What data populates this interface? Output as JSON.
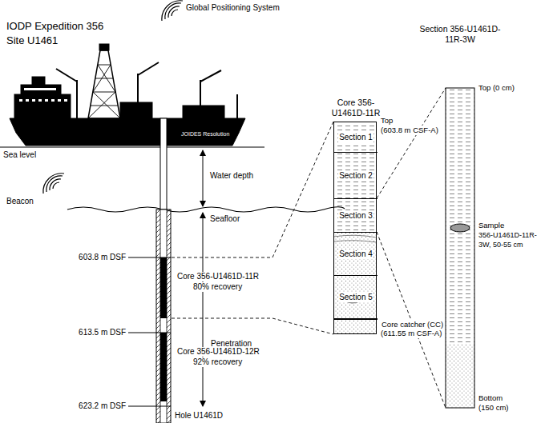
{
  "diagram": {
    "title": "IODP Expedition 356 Site U1461",
    "nodes": [
      {
        "text": [
          "Core 356-U1461D-11R"
        ]
      },
      {
        "text": [
          "Section 1"
        ],
        "in": 0
      },
      {
        "text": [
          "Section 2"
        ],
        "in": 0
      },
      {
        "text": [
          "Section 3"
        ],
        "in": 0
      },
      {
        "text": [
          "Section 4"
        ],
        "in": 0
      },
      {
        "text": [
          "Section 5"
        ],
        "in": 0
      },
      {
        "text": [
          "Core catcher (CC)"
        ],
        "in": 0
      },
      {
        "text": [
          "Section 356-U1461D-11R-3W"
        ]
      }
    ],
    "labels": [
      "Global Positioning System",
      "JOIDES Resolution",
      "Sea level",
      "Water depth",
      "Beacon",
      "Seafloor",
      "603.8 m DSF",
      "Core 356-U1461D-11R",
      "80% recovery",
      "613.5 m DSF",
      "Penetration",
      "Core 356-U1461D-12R",
      "92% recovery",
      "623.2 m DSF",
      "Hole U1461D",
      "Top",
      "(603.8 m CSF-A)",
      "(611.55 m CSF-A)",
      "Top (0 cm)",
      "Sample",
      "356-U1461D-11R-3W, 50-55 cm",
      "Bottom",
      "(150 cm)"
    ]
  }
}
